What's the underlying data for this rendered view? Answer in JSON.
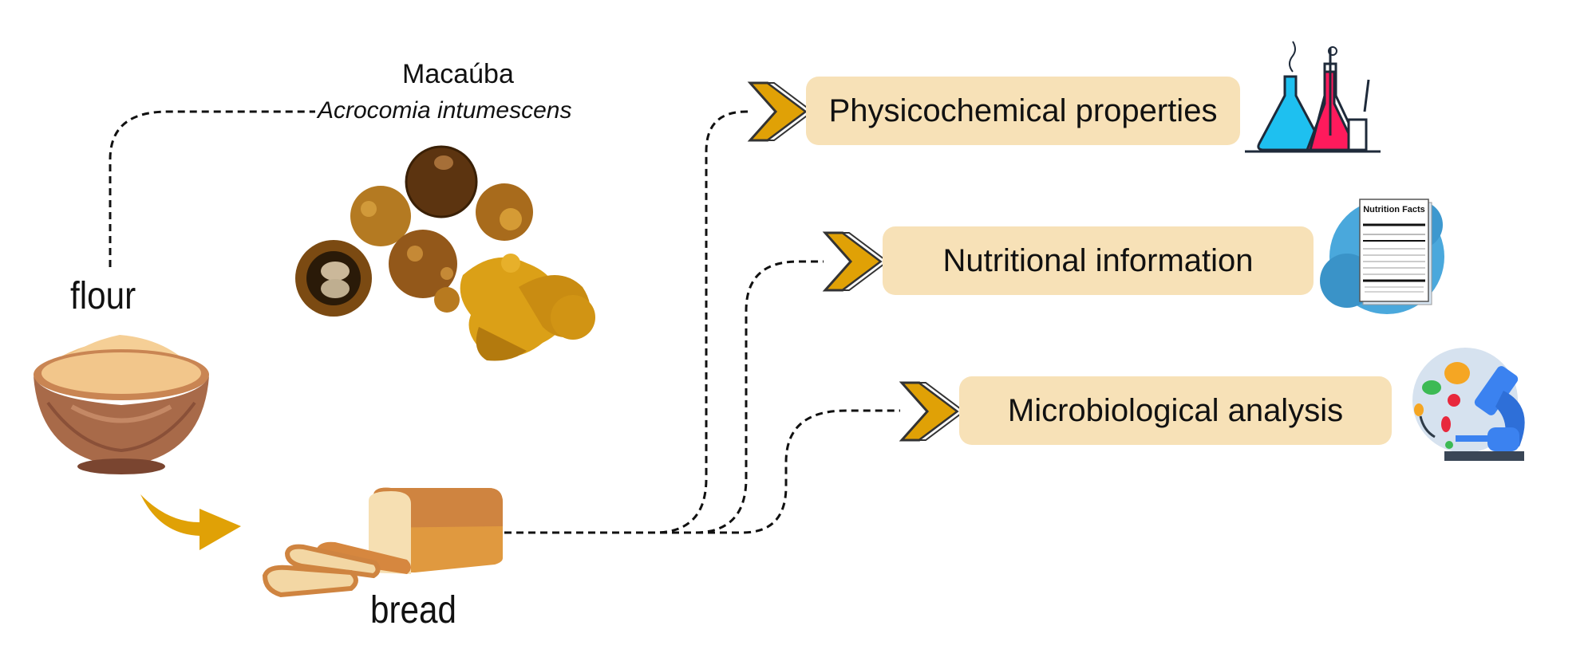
{
  "source": {
    "common_name": "Macaúba",
    "scientific_name": "Acrocomia intumescens"
  },
  "process": {
    "flour_label": "flour",
    "bread_label": "bread"
  },
  "analyses": [
    {
      "label": "Physicochemical properties",
      "icon": "lab-flasks-icon"
    },
    {
      "label": "Nutritional information",
      "icon": "nutrition-facts-icon"
    },
    {
      "label": "Microbiological analysis",
      "icon": "microscope-icon"
    }
  ],
  "nutrition_label": {
    "title": "Nutrition Facts"
  },
  "colors": {
    "box_fill": "#f7e1b7",
    "chevron": "#e0a106",
    "arrow": "#e0a106",
    "connector": "#111111"
  }
}
